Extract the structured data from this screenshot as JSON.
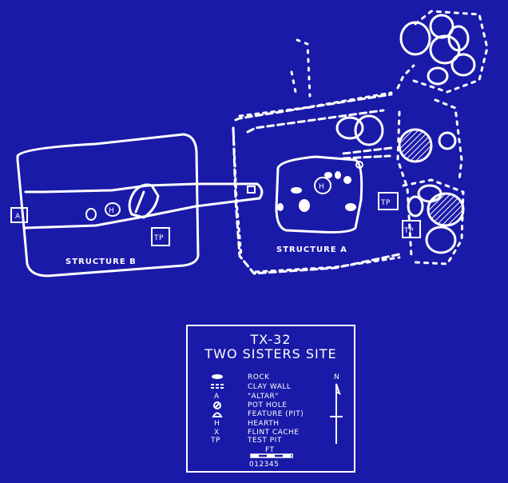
{
  "map": {
    "structure_b_label": "STRUCTURE B",
    "structure_a_label": "STRUCTURE A",
    "altar_marker": "A",
    "hearth_marker": "H",
    "test_pit_marker": "TP"
  },
  "legend": {
    "site_code": "TX-32",
    "site_name": "TWO SISTERS SITE",
    "items": [
      {
        "symbol": "rock",
        "label": "ROCK"
      },
      {
        "symbol": "clay-wall",
        "label": "CLAY WALL"
      },
      {
        "symbol": "A",
        "label": "\"ALTAR\""
      },
      {
        "symbol": "pot-hole",
        "label": "POT HOLE"
      },
      {
        "symbol": "pit",
        "label": "FEATURE (PIT)"
      },
      {
        "symbol": "H",
        "label": "HEARTH"
      },
      {
        "symbol": "X",
        "label": "FLINT CACHE"
      },
      {
        "symbol": "TP",
        "label": "TEST PIT"
      }
    ],
    "north_label": "N",
    "scale_unit": "FT",
    "scale_numbers": "012345"
  },
  "colors": {
    "background": "#1a1aa8",
    "ink": "#ffffff"
  }
}
